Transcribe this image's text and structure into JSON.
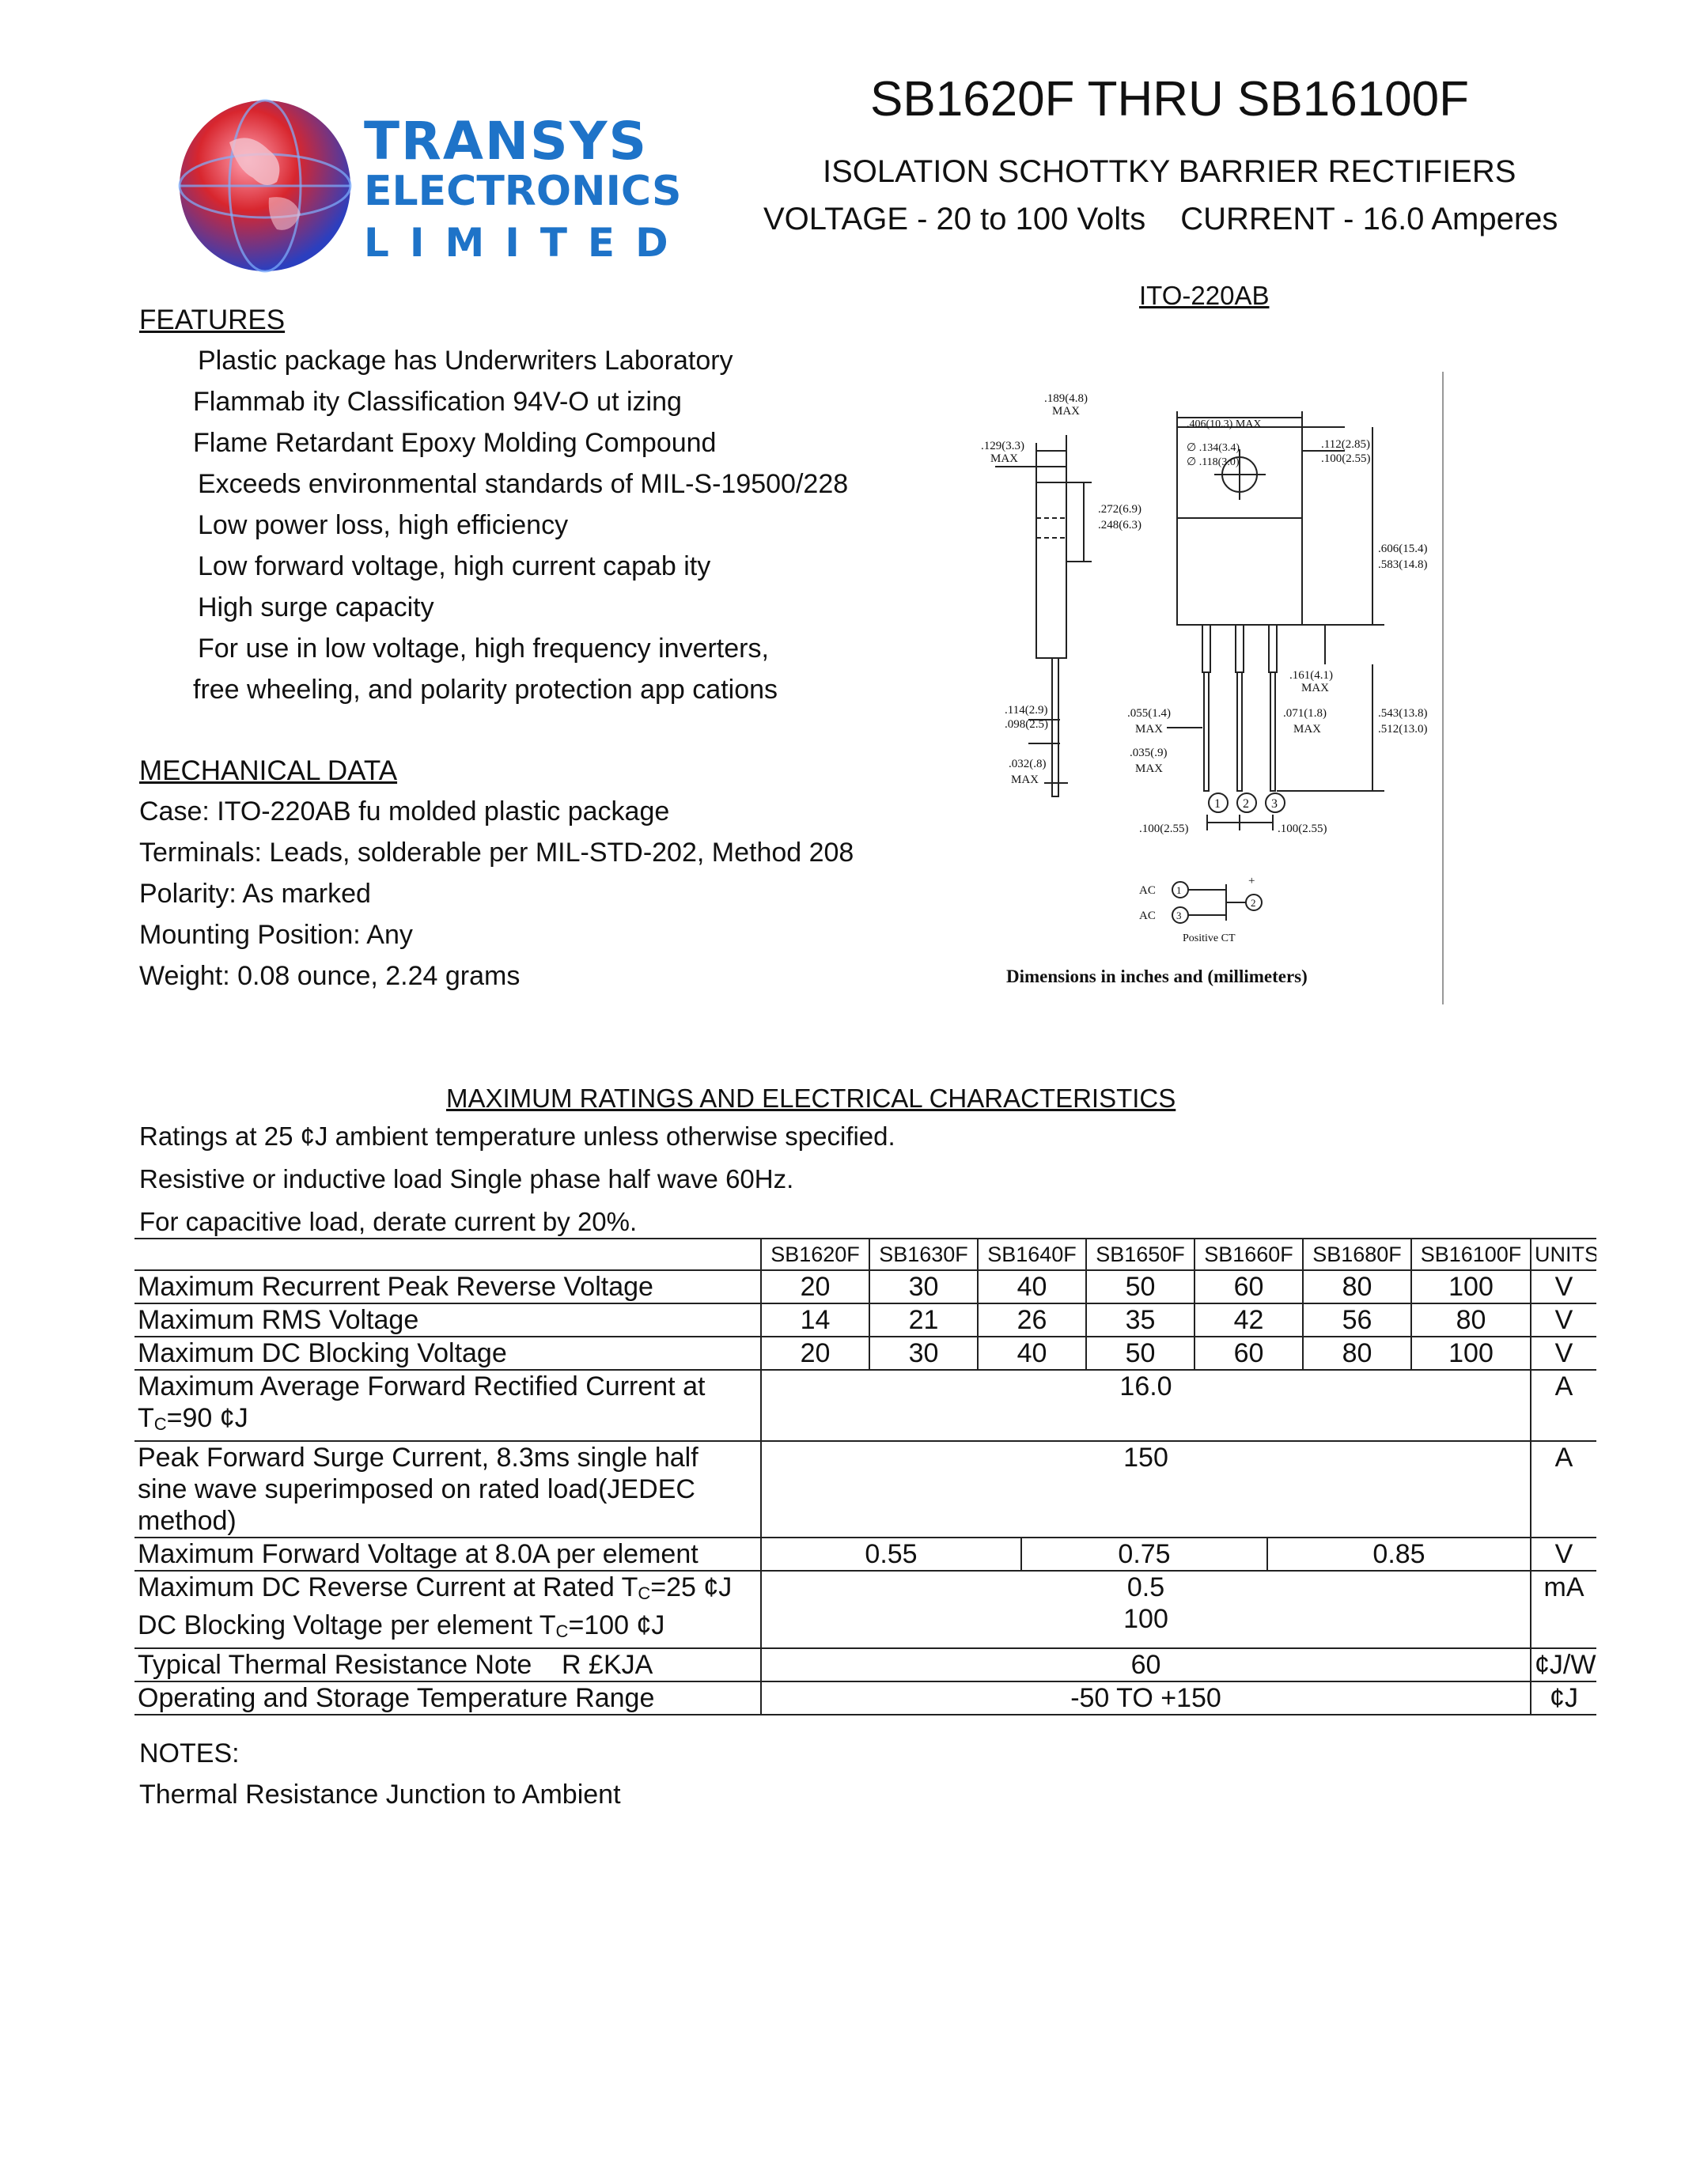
{
  "logo": {
    "line1": "TRANSYS",
    "line2": "ELECTRONICS",
    "line3": "LIMITED"
  },
  "header": {
    "title": "SB1620F THRU SB16100F",
    "subtitle": "ISOLATION SCHOTTKY BARRIER RECTIFIERS",
    "voltage": "VOLTAGE - 20 to 100 Volts",
    "current": "CURRENT - 16.0 Amperes"
  },
  "package": {
    "label": "ITO-220AB",
    "dims": {
      "d1": ".189(4.8)",
      "d1b": "MAX",
      "d2": ".129(3.3)",
      "d2b": "MAX",
      "d3": ".406(10.3) MAX",
      "d4": "∅ .134(3.4)",
      "d5": "∅ .118(3.0)",
      "d6": ".112(2.85)",
      "d7": ".100(2.55)",
      "d8": ".272(6.9)",
      "d9": ".248(6.3)",
      "d10": ".606(15.4)",
      "d11": ".583(14.8)",
      "d12": ".161(4.1)",
      "d12b": "MAX",
      "d13": ".114(2.9)",
      "d14": ".098(2.5)",
      "d15": ".055(1.4)",
      "d15b": "MAX",
      "d16": ".071(1.8)",
      "d16b": "MAX",
      "d17": ".543(13.8)",
      "d18": ".512(13.0)",
      "d19": ".035(.9)",
      "d19b": "MAX",
      "d20": ".032(.8)",
      "d20b": "MAX",
      "d21": ".100(2.55)",
      "d22": ".100(2.55)",
      "pin1": "1",
      "pin2": "2",
      "pin3": "3",
      "ac1": "AC",
      "ac2": "AC",
      "plus": "+",
      "schematic_label": "Positive CT"
    },
    "caption": "Dimensions in inches and (millimeters)"
  },
  "features": {
    "heading": "FEATURES",
    "items": [
      "Plastic package has Underwriters Laboratory",
      "Flammab  ity Classification 94V-O ut  izing",
      "Flame Retardant Epoxy Molding Compound",
      "Exceeds environmental standards of MIL-S-19500/228",
      "Low power loss, high efficiency",
      "Low forward voltage, high current capab  ity",
      "High surge capacity",
      "For use in low voltage, high frequency inverters,",
      "free wheeling, and polarity protection app  cations"
    ]
  },
  "mechanical": {
    "heading": "MECHANICAL DATA",
    "items": [
      "Case: ITO-220AB fu   molded plastic package",
      "Terminals: Leads, solderable per MIL-STD-202, Method 208",
      "Polarity: As marked",
      "Mounting Position: Any",
      "Weight: 0.08 ounce, 2.24 grams"
    ]
  },
  "ratings": {
    "heading": "MAXIMUM RATINGS AND ELECTRICAL CHARACTERISTICS",
    "conditions": [
      "Ratings at 25 ¢J ambient temperature unless otherwise specified.",
      "Resistive or inductive load Single phase half wave 60Hz.",
      "For capacitive load, derate current by 20%."
    ],
    "columns": [
      "SB1620F",
      "SB1630F",
      "SB1640F",
      "SB1650F",
      "SB1660F",
      "SB1680F",
      "SB16100F",
      "UNITS"
    ],
    "rows": {
      "vrrm": {
        "label": "Maximum Recurrent Peak Reverse Voltage",
        "values": [
          "20",
          "30",
          "40",
          "50",
          "60",
          "80",
          "100"
        ],
        "unit": "V"
      },
      "vrms": {
        "label": "Maximum RMS Voltage",
        "values": [
          "14",
          "21",
          "26",
          "35",
          "42",
          "56",
          "80"
        ],
        "unit": "V"
      },
      "vdc": {
        "label": "Maximum DC Blocking Voltage",
        "values": [
          "20",
          "30",
          "40",
          "50",
          "60",
          "80",
          "100"
        ],
        "unit": "V"
      },
      "ifav": {
        "label": "Maximum Average Forward Rectified Current at",
        "label2_pre": "T",
        "label2_sub": "C",
        "label2_post": "=90 ¢J",
        "value": "16.0",
        "unit": "A"
      },
      "ifsm": {
        "label": "Peak Forward Surge Current, 8.3ms single half",
        "label2": "sine wave superimposed on rated load(JEDEC",
        "label3": "method)",
        "value": "150",
        "unit": "A"
      },
      "vf": {
        "label": "Maximum Forward Voltage at 8.0A per element",
        "values": [
          "0.55",
          "0.75",
          "0.85"
        ],
        "unit": "V"
      },
      "ir": {
        "label_pre": "Maximum DC Reverse Current at Rated T",
        "label_sub": "C",
        "label_post": "=25 ¢J",
        "label2_pre": "DC Blocking Voltage per element T",
        "label2_sub": "C",
        "label2_post": "=100 ¢J",
        "value1": "0.5",
        "value2": "100",
        "unit": "mA"
      },
      "rth": {
        "label": "Typical Thermal Resistance Note    R £KJA",
        "value": "60",
        "unit": "¢J/W"
      },
      "temp": {
        "label": "Operating and Storage Temperature Range",
        "value": "-50 TO +150",
        "unit": "¢J"
      }
    }
  },
  "notes": {
    "heading": "NOTES:",
    "text": "Thermal Resistance Junction to Ambient"
  },
  "colors": {
    "logo_blue": "#1e73c8",
    "globe_red": "#d8262e",
    "globe_blue": "#2b3fbf"
  }
}
